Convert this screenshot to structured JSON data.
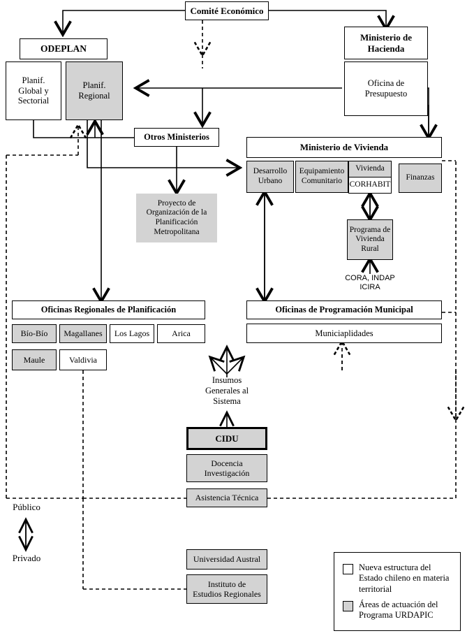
{
  "diagram": {
    "title": "Nueva estructura del Estado chileno en materia territorial",
    "nodes": {
      "comite_economico": "Comité Económico",
      "odeplan": "ODEPLAN",
      "planif_global": "Planif.\nGlobal y\nSectorial",
      "planif_regional": "Planif.\nRegional",
      "ministerio_hacienda": "Ministerio de\nHacienda",
      "oficina_presupuesto": "Oficina de\nPresupuesto",
      "otros_ministerios": "Otros Ministerios",
      "ministerio_vivienda": "Ministerio de Vivienda",
      "desarrollo_urbano": "Desarrollo\nUrbano",
      "equipamiento_comunitario": "Equipamiento\nComunitario",
      "vivienda": "Vivienda",
      "corhabit": "CORHABIT",
      "finanzas": "Finanzas",
      "programa_vivienda_rural": "Programa de\nVivienda\nRural",
      "cora_indap_icira": "CORA, INDAP\nICIRA",
      "proyecto_organizacion": "Proyecto de\nOrganización de la\nPlanificación\nMetropolitana",
      "oficinas_regionales": "Oficinas Regionales de Planificación",
      "oficinas_programacion": "Oficinas de Programación Municipal",
      "municipalidades": "Municiaplidades",
      "insumos": "Insumos\nGenerales al\nSistema",
      "cidu": "CIDU",
      "docencia": "Docencia\nInvestigación",
      "asistencia": "Asistencia Técnica",
      "universidad_austral": "Universidad Austral",
      "instituto_estudios": "Instituto de\nEstudios Regionales",
      "publico": "Público",
      "privado": "Privado"
    },
    "regiones": [
      {
        "name": "Bío-Bío",
        "highlighted": true
      },
      {
        "name": "Magallanes",
        "highlighted": true
      },
      {
        "name": "Los Lagos",
        "highlighted": false
      },
      {
        "name": "Arica",
        "highlighted": false
      },
      {
        "name": "Maule",
        "highlighted": true
      },
      {
        "name": "Valdivia",
        "highlighted": false
      }
    ],
    "legend": [
      {
        "swatch": "white",
        "text": "Nueva estructura del Estado chileno en materia territorial"
      },
      {
        "swatch": "gray",
        "text": "Áreas de actuación del Programa URDAPIC"
      }
    ],
    "colors": {
      "highlight_fill": "#d3d3d3",
      "plain_fill": "#ffffff",
      "line": "#000000"
    }
  }
}
